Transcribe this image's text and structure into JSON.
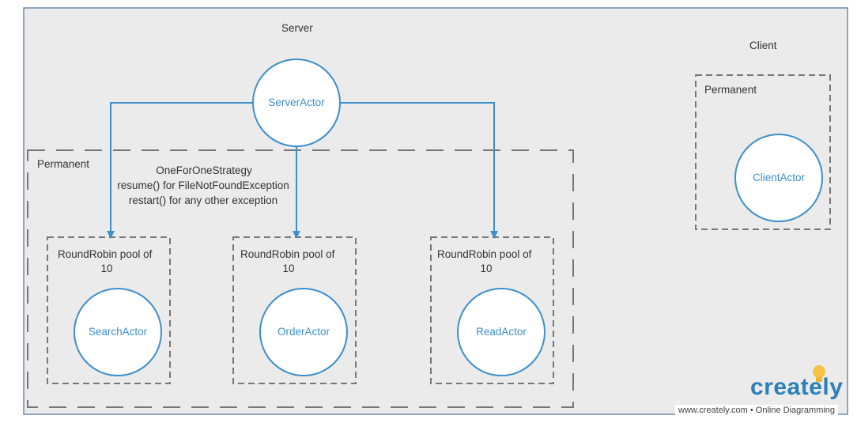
{
  "server": {
    "title": "Server"
  },
  "client": {
    "title": "Client"
  },
  "permanent_groups": {
    "server_label": "Permanent",
    "client_label": "Permanent"
  },
  "strategy": {
    "line1": "OneForOneStrategy",
    "line2": "resume() for FileNotFoundException",
    "line3": "restart() for any other exception"
  },
  "pools": [
    {
      "line1": "RoundRobin pool of",
      "line2": "10",
      "actor": "SearchActor"
    },
    {
      "line1": "RoundRobin pool of",
      "line2": "10",
      "actor": "OrderActor"
    },
    {
      "line1": "RoundRobin pool of",
      "line2": "10",
      "actor": "ReadActor"
    }
  ],
  "actors": {
    "server": "ServerActor",
    "client": "ClientActor"
  },
  "branding": {
    "logo": "creately",
    "tagline": "www.creately.com • Online Diagramming"
  },
  "colors": {
    "background": "#ebebeb",
    "border": "#4a6f9c",
    "connector": "#3d8fca",
    "dashed": "#777777",
    "circle_fill": "#ffffff",
    "actor_text": "#3d8fca"
  }
}
